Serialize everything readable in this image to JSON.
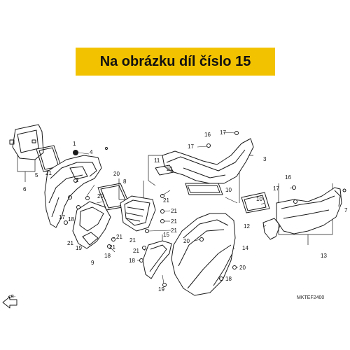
{
  "banner": {
    "text": "Na obrázku díl číslo 15",
    "color": "#f2c200"
  },
  "diagram_code": "MKTEF2400",
  "direction_label": "FR.",
  "callouts": [
    {
      "id": "c1",
      "label": "1"
    },
    {
      "id": "c2",
      "label": "2"
    },
    {
      "id": "c3",
      "label": "3"
    },
    {
      "id": "c4",
      "label": "4"
    },
    {
      "id": "c5",
      "label": "5"
    },
    {
      "id": "c6",
      "label": "6"
    },
    {
      "id": "c7",
      "label": "7"
    },
    {
      "id": "c8",
      "label": "8"
    },
    {
      "id": "c9",
      "label": "9"
    },
    {
      "id": "c10a",
      "label": "10"
    },
    {
      "id": "c10b",
      "label": "10"
    },
    {
      "id": "c11",
      "label": "11"
    },
    {
      "id": "c12",
      "label": "12"
    },
    {
      "id": "c13",
      "label": "13"
    },
    {
      "id": "c14",
      "label": "14"
    },
    {
      "id": "c15",
      "label": "15"
    },
    {
      "id": "c16a",
      "label": "16"
    },
    {
      "id": "c16b",
      "label": "16"
    },
    {
      "id": "c17a",
      "label": "17"
    },
    {
      "id": "c17b",
      "label": "17"
    },
    {
      "id": "c17c",
      "label": "17"
    },
    {
      "id": "c17d",
      "label": "17"
    },
    {
      "id": "c18a",
      "label": "18"
    },
    {
      "id": "c18b",
      "label": "18"
    },
    {
      "id": "c18c",
      "label": "18"
    },
    {
      "id": "c18d",
      "label": "18"
    },
    {
      "id": "c19a",
      "label": "19"
    },
    {
      "id": "c19b",
      "label": "19"
    },
    {
      "id": "c20a",
      "label": "20"
    },
    {
      "id": "c20b",
      "label": "20"
    },
    {
      "id": "c20c",
      "label": "20"
    },
    {
      "id": "c20d",
      "label": "20"
    },
    {
      "id": "c21a",
      "label": "21"
    },
    {
      "id": "c21b",
      "label": "21"
    },
    {
      "id": "c21c",
      "label": "21"
    },
    {
      "id": "c21d",
      "label": "21"
    },
    {
      "id": "c21e",
      "label": "21"
    },
    {
      "id": "c21f",
      "label": "21"
    },
    {
      "id": "c21g",
      "label": "21"
    },
    {
      "id": "c21h",
      "label": "21"
    },
    {
      "id": "c21i",
      "label": "21"
    },
    {
      "id": "c21j",
      "label": "21"
    },
    {
      "id": "c21k",
      "label": "21"
    }
  ]
}
